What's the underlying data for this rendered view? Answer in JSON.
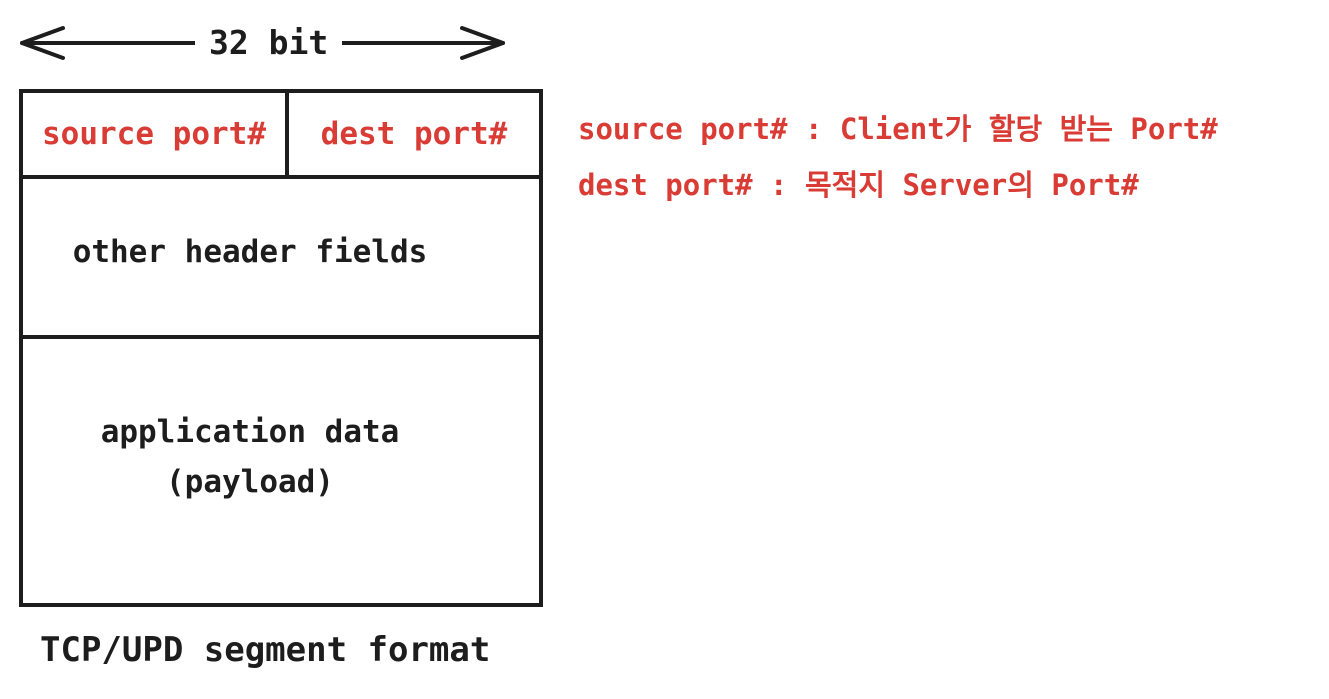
{
  "colors": {
    "ink": "#1d1d1d",
    "accent_red": "#d93b35",
    "background": "#ffffff"
  },
  "diagram": {
    "width_label": "32 bit",
    "segment_box": {
      "source_port_label": "source port#",
      "dest_port_label": "dest port#",
      "other_header_label": "other header fields",
      "payload_line1": "application data",
      "payload_line2": "(payload)"
    },
    "caption": "TCP/UPD segment format"
  },
  "annotations": {
    "source_port_note": "source port# : Client가 할당 받는 Port#",
    "dest_port_note": "dest port# : 목적지 Server의 Port#"
  }
}
